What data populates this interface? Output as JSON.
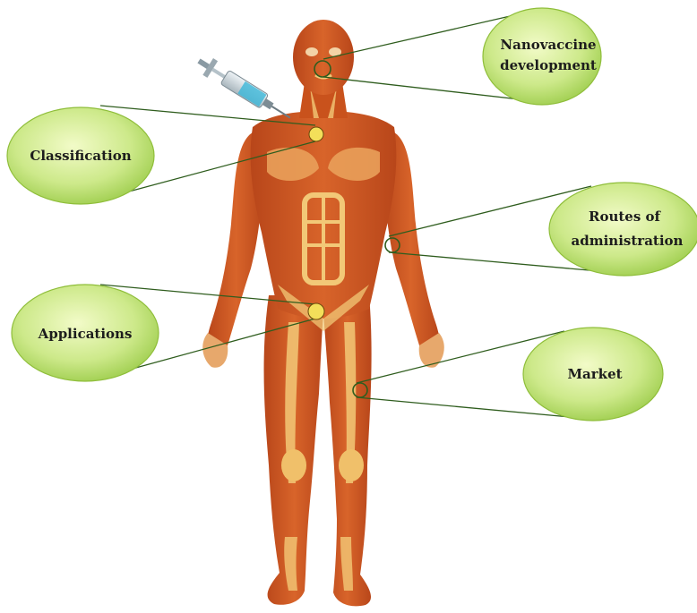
{
  "labels": {
    "nanovaccine_line1": "Nanovaccine",
    "nanovaccine_line2": "development",
    "classification": "Classification",
    "routes_line1": "Routes of",
    "routes_line2": "administration",
    "applications": "Applications",
    "market": "Market"
  },
  "colors": {
    "bubble_fill": "#cde98a",
    "bubble_edge": "#8fbe3a",
    "muscle": "#c9521c",
    "tendon": "#f2c877",
    "connector": "#2f5d1e",
    "marker": "#f3df5a"
  },
  "icons": [
    "syringe-icon",
    "human-anatomy-figure"
  ]
}
